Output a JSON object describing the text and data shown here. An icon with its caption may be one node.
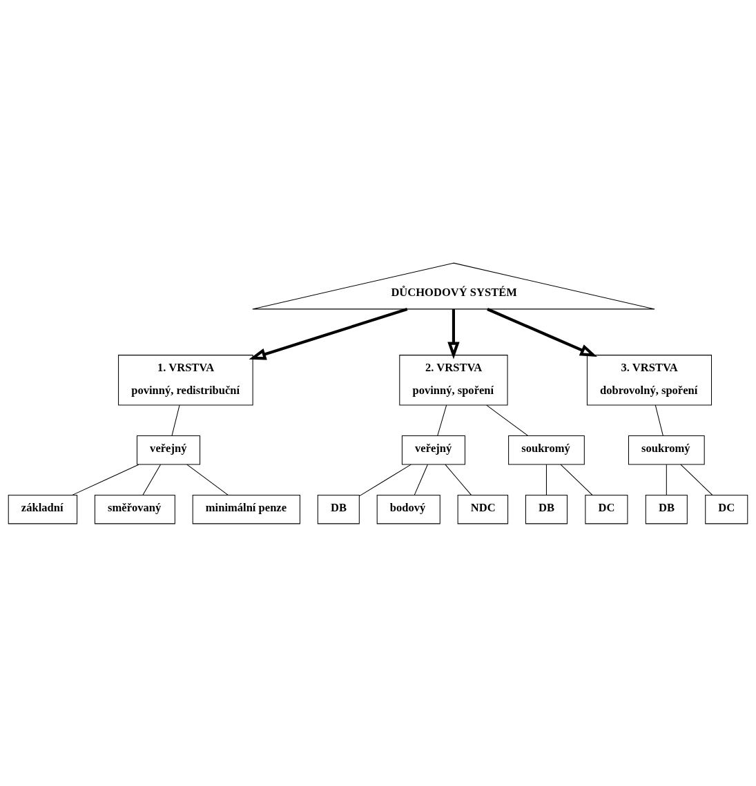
{
  "diagram": {
    "nodes": [
      {
        "text": [
          "DŮCHODOVÝ SYSTÉM"
        ]
      },
      {
        "text": [
          "1. VRSTVA",
          "povinný, redistribuční"
        ]
      },
      {
        "text": [
          "2. VRSTVA",
          "povinný, spoření"
        ]
      },
      {
        "text": [
          "3. VRSTVA",
          "dobrovolný, spoření"
        ]
      },
      {
        "text": [
          "veřejný"
        ]
      },
      {
        "text": [
          "základní"
        ]
      },
      {
        "text": [
          "směřovaný"
        ]
      },
      {
        "text": [
          "minimální penze"
        ]
      },
      {
        "text": [
          "veřejný"
        ]
      },
      {
        "text": [
          "soukromý"
        ]
      },
      {
        "text": [
          "DB"
        ]
      },
      {
        "text": [
          "bodový"
        ]
      },
      {
        "text": [
          "NDC"
        ]
      },
      {
        "text": [
          "DB"
        ]
      },
      {
        "text": [
          "DC"
        ]
      },
      {
        "text": [
          "soukromý"
        ]
      },
      {
        "text": [
          "DB"
        ]
      },
      {
        "text": [
          "DC"
        ]
      }
    ],
    "edges": [
      {
        "from": 0,
        "to": 1,
        "arrow": "to",
        "style": "thick"
      },
      {
        "from": 0,
        "to": 2,
        "arrow": "to",
        "style": "thick"
      },
      {
        "from": 0,
        "to": 3,
        "arrow": "to",
        "style": "thick"
      },
      {
        "from": 1,
        "to": 4,
        "arrow": "none"
      },
      {
        "from": 4,
        "to": 5,
        "arrow": "none"
      },
      {
        "from": 4,
        "to": 6,
        "arrow": "none"
      },
      {
        "from": 4,
        "to": 7,
        "arrow": "none"
      },
      {
        "from": 2,
        "to": 8,
        "arrow": "none"
      },
      {
        "from": 2,
        "to": 9,
        "arrow": "none"
      },
      {
        "from": 8,
        "to": 10,
        "arrow": "none"
      },
      {
        "from": 8,
        "to": 11,
        "arrow": "none"
      },
      {
        "from": 8,
        "to": 12,
        "arrow": "none"
      },
      {
        "from": 9,
        "to": 13,
        "arrow": "none"
      },
      {
        "from": 9,
        "to": 14,
        "arrow": "none"
      },
      {
        "from": 3,
        "to": 15,
        "arrow": "none"
      },
      {
        "from": 15,
        "to": 16,
        "arrow": "none"
      },
      {
        "from": 15,
        "to": 17,
        "arrow": "none"
      }
    ]
  }
}
